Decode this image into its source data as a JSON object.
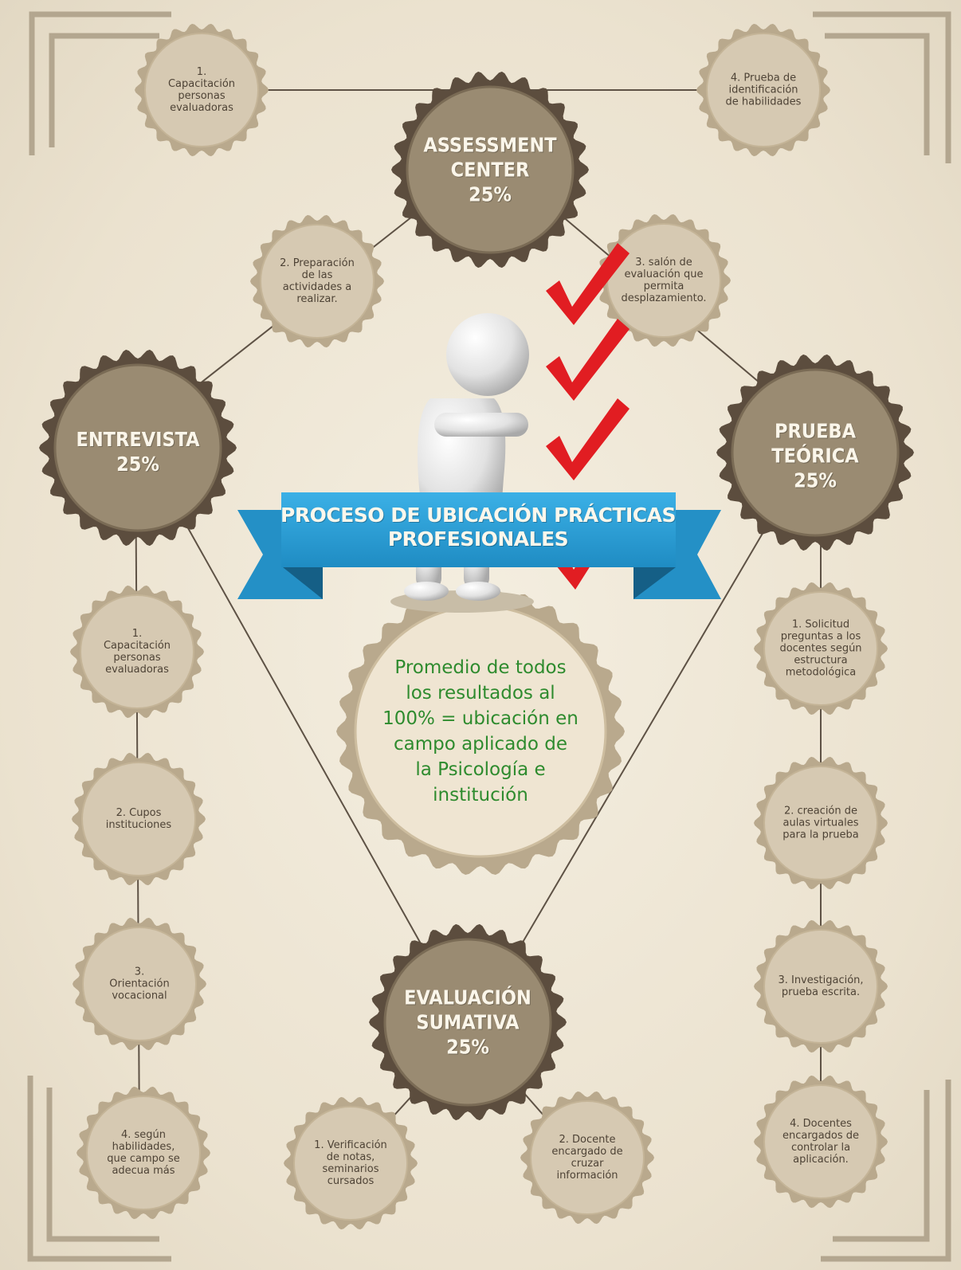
{
  "title": "PROCESO DE UBICACIÓN PRÁCTICAS\nPROFESIONALES",
  "center_text": "Promedio de todos\nlos resultados al\n100% = ubicación en\ncampo aplicado de\nla Psicología e\ninstitución",
  "main_nodes": {
    "assessment": "ASSESSMENT\nCENTER\n25%",
    "entrevista": "ENTREVISTA\n25%",
    "prueba": "PRUEBA\nTEÓRICA\n25%",
    "evaluacion": "EVALUACIÓN\nSUMATIVA\n25%"
  },
  "assessment_steps": [
    "1.\nCapacitación\npersonas\nevaluadoras",
    "2. Preparación\nde las\nactividades a\nrealizar.",
    "3. salón de\nevaluación que\npermita\ndesplazamiento.",
    "4. Prueba de\nidentificación\nde habilidades"
  ],
  "entrevista_steps": [
    "1.\nCapacitación\npersonas\nevaluadoras",
    "2. Cupos\ninstituciones",
    "3.\nOrientación\nvocacional",
    "4. según\nhabilidades,\nque campo se\nadecua más"
  ],
  "prueba_steps": [
    "1. Solicitud\npreguntas a los\ndocentes según\nestructura\nmetodológica",
    "2. creación de\naulas virtuales\npara la prueba",
    "3. Investigación,\nprueba escrita.",
    "4. Docentes\nencargados de\ncontrolar la\naplicación."
  ],
  "evaluacion_steps": [
    "1. Verificación\nde notas,\nseminarios\ncursados",
    "2. Docente\nencargado de\ncruzar\ninformación"
  ],
  "colors": {
    "background": "#efe7d6",
    "main_badge": "#9a8b72",
    "main_badge_ring": "#5c4d3e",
    "small_badge": "#d6c9b2",
    "small_badge_ring": "#b9a98d",
    "connector": "#5e5245",
    "ribbon": "#2d9cd3",
    "ribbon_dark": "#1a6f9c",
    "checkmark": "#e11d22",
    "center_text": "#2e8b2e"
  }
}
